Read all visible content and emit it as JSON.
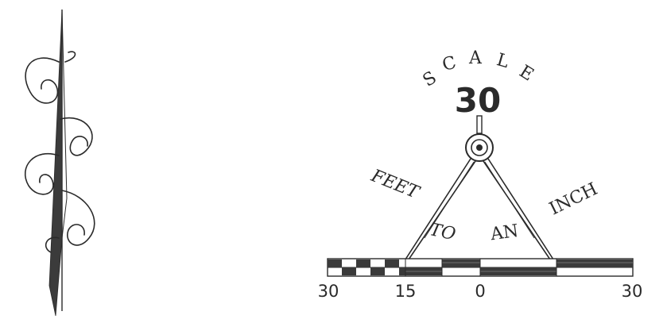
{
  "scale_graphic": {
    "word_scale": [
      "S",
      "C",
      "A",
      "L",
      "E"
    ],
    "scale_number": "30",
    "caption_words": {
      "feet": "FEET",
      "to": "TO",
      "an": "AN",
      "inch": "INCH"
    },
    "bar_labels": [
      "30",
      "15",
      "0",
      "30"
    ]
  },
  "colors": {
    "ink": "#2a2a2a",
    "paper": "#ffffff",
    "bar_dark": "#3a3a3a"
  },
  "icons": {
    "north_arrow": "north-arrow-icon",
    "dividers": "dividers-compass-icon"
  }
}
